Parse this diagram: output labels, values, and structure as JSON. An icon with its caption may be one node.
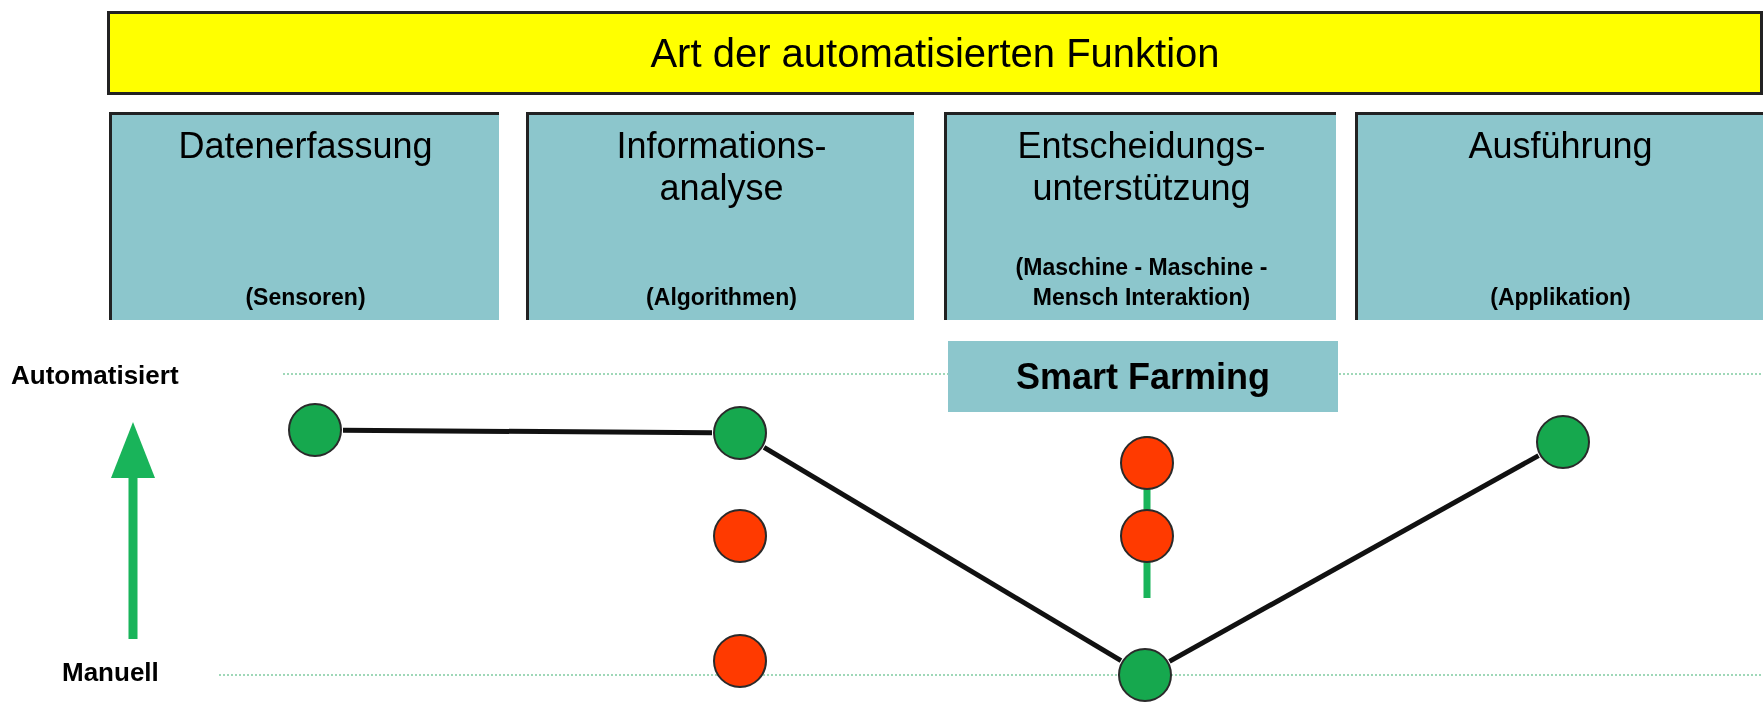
{
  "diagram": {
    "nodes": [
      {
        "text": [
          "Art der automatisierten Funktion"
        ]
      },
      {
        "text": [
          "Datenerfassung",
          "(Sensoren)"
        ]
      },
      {
        "text": [
          "Informations- analyse",
          "(Algorithmen)"
        ]
      },
      {
        "text": [
          "Entscheidungs- unterstützung",
          "(Maschine - Maschine - Mensch Interaktion)"
        ]
      },
      {
        "text": [
          "Ausführung",
          "(Applikation)"
        ]
      },
      {
        "text": [
          "Smart Farming"
        ]
      },
      {
        "text": [],
        "shape": "circle"
      },
      {
        "text": [],
        "shape": "circle"
      },
      {
        "text": [],
        "shape": "circle"
      },
      {
        "text": [],
        "shape": "circle"
      },
      {
        "text": [],
        "shape": "circle"
      },
      {
        "text": [],
        "shape": "circle"
      },
      {
        "text": [],
        "shape": "circle"
      },
      {
        "text": [],
        "shape": "circle"
      }
    ],
    "edges": [
      {
        "from": 6,
        "to": 7,
        "arrow": "none"
      },
      {
        "from": 7,
        "to": 13,
        "arrow": "none"
      },
      {
        "from": 13,
        "to": 8,
        "arrow": "none"
      }
    ],
    "labels": [
      "Automatisiert",
      "Manuell"
    ]
  }
}
